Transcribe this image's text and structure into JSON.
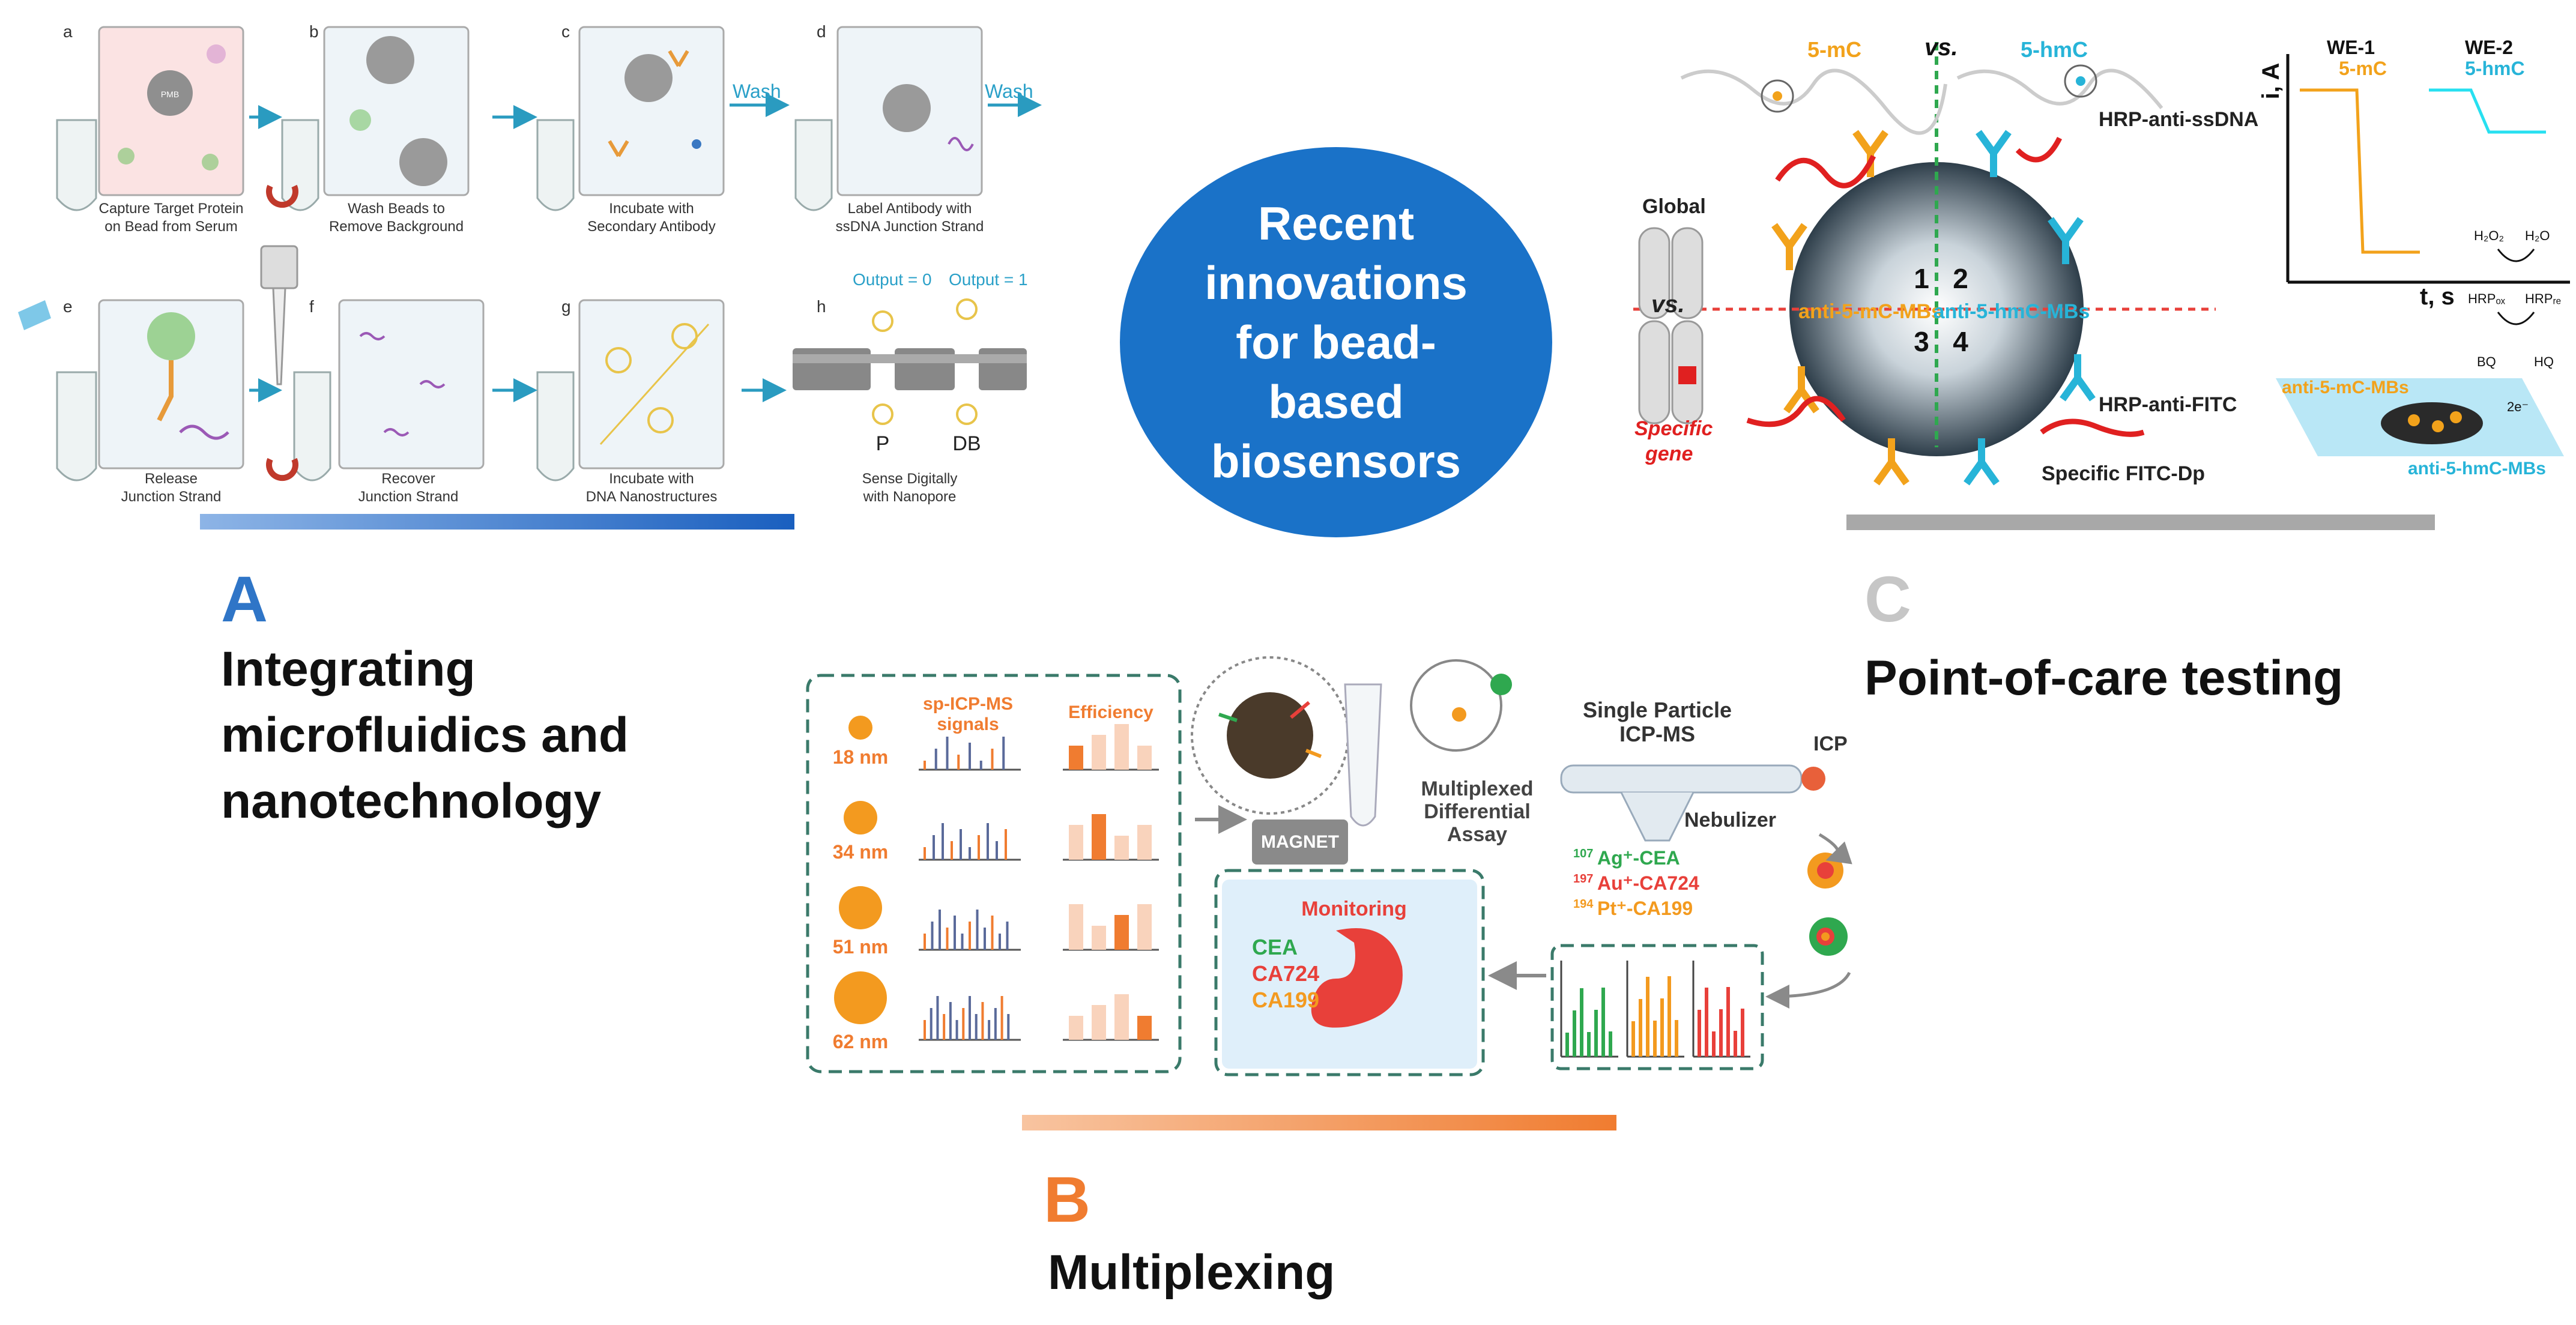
{
  "center": {
    "title": "Recent innovations for bead-based biosensors"
  },
  "sections": {
    "a": {
      "letter": "A",
      "caption_lines": [
        "Integrating",
        "microfluidics and",
        "nanotechnology"
      ],
      "color": "#2f75c7",
      "bar_color": "#1a5fbf"
    },
    "b": {
      "letter": "B",
      "caption": "Multiplexing",
      "color": "#f07c30",
      "bar_color": "#f07c30"
    },
    "c": {
      "letter": "C",
      "caption": "Point-of-care testing",
      "color": "#c6c6c6",
      "bar_color": "#a8a8a8"
    }
  },
  "panel_a": {
    "steps": [
      {
        "letter": "a",
        "lines": [
          "Capture Target Protein",
          "on Bead from Serum"
        ]
      },
      {
        "letter": "b",
        "lines": [
          "Wash Beads to",
          "Remove Background"
        ]
      },
      {
        "letter": "c",
        "lines": [
          "Incubate with",
          "Secondary Antibody"
        ]
      },
      {
        "letter": "d",
        "lines": [
          "Label Antibody with",
          "ssDNA Junction Strand"
        ]
      },
      {
        "letter": "e",
        "lines": [
          "Release",
          "Junction Strand"
        ]
      },
      {
        "letter": "f",
        "lines": [
          "Recover",
          "Junction Strand"
        ]
      },
      {
        "letter": "g",
        "lines": [
          "Incubate with",
          "DNA Nanostructures"
        ]
      },
      {
        "letter": "h",
        "lines": [
          "Sense Digitally",
          "with Nanopore"
        ]
      }
    ],
    "wash_label": "Wash",
    "bead_label": "PMB",
    "output0": "Output = 0",
    "output1": "Output = 1",
    "pore_p": "P",
    "pore_db": "DB"
  },
  "panel_b": {
    "col_signals": [
      "sp-ICP-MS",
      "signals"
    ],
    "col_efficiency": "Efficiency",
    "sizes": [
      "18 nm",
      "34 nm",
      "51 nm",
      "62 nm"
    ],
    "magnet": "MAGNET",
    "assay_lines": [
      "Multiplexed",
      "Differential",
      "Assay"
    ],
    "icpms_lines": [
      "Single Particle",
      "ICP-MS"
    ],
    "icp": "ICP",
    "nebulizer": "Nebulizer",
    "isotopes": [
      {
        "sup": "107",
        "text": "Ag⁺-CEA",
        "color": "#2fa84f"
      },
      {
        "sup": "197",
        "text": "Au⁺-CA724",
        "color": "#e8403a"
      },
      {
        "sup": "194",
        "text": "Pt⁺-CA199",
        "color": "#f39a1f"
      }
    ],
    "monitoring": "Monitoring",
    "markers": [
      {
        "text": "CEA",
        "color": "#2fa84f"
      },
      {
        "text": "CA724",
        "color": "#e8403a"
      },
      {
        "text": "CA199",
        "color": "#f39a1f"
      }
    ]
  },
  "panel_c": {
    "label_5mc": "5-mC",
    "label_5hmc": "5-hmC",
    "vs": "vs.",
    "global": "Global",
    "specific_lines": [
      "Specific",
      "gene"
    ],
    "hrp_ssdna": "HRP-anti-ssDNA",
    "hrp_fitc": "HRP-anti-FITC",
    "fitc_dp": "Specific FITC-Dp",
    "anti_mc": "anti-5-mC-MBs",
    "anti_hmc": "anti-5-hmC-MBs",
    "quadrants": [
      "1",
      "2",
      "3",
      "4"
    ],
    "we1": "WE-1",
    "we2": "WE-2",
    "ylabel": "i, A",
    "xlabel": "t, s",
    "h2o2": "H₂O₂",
    "h2o": "H₂O",
    "hrp_ox": "HRPₒₓ",
    "hrp_red": "HRPᵣₑ",
    "bq": "BQ",
    "hq": "HQ",
    "electrons": "2e⁻",
    "color_mc": "#f2a21b",
    "color_hmc": "#27b4d8"
  }
}
